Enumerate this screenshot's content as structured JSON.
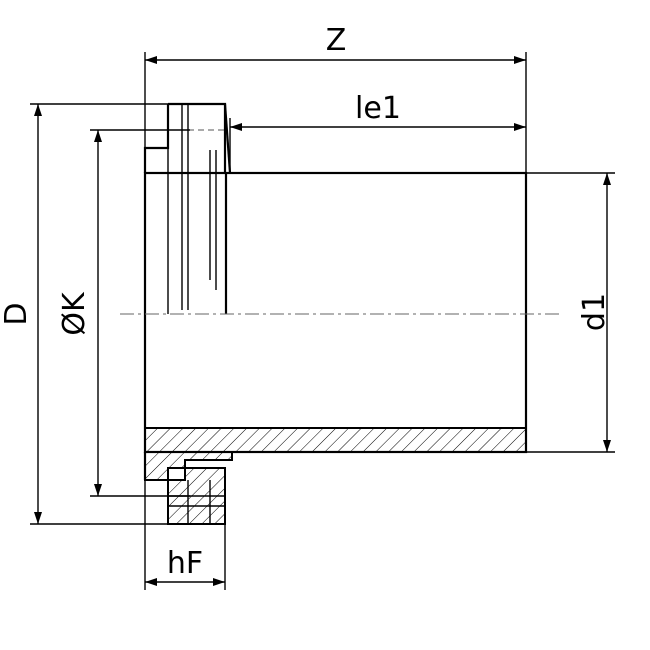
{
  "drawing": {
    "labels": {
      "z": "Z",
      "le1": "le1",
      "d": "D",
      "k": "ØK",
      "d1": "d1",
      "hf": "hF"
    }
  }
}
